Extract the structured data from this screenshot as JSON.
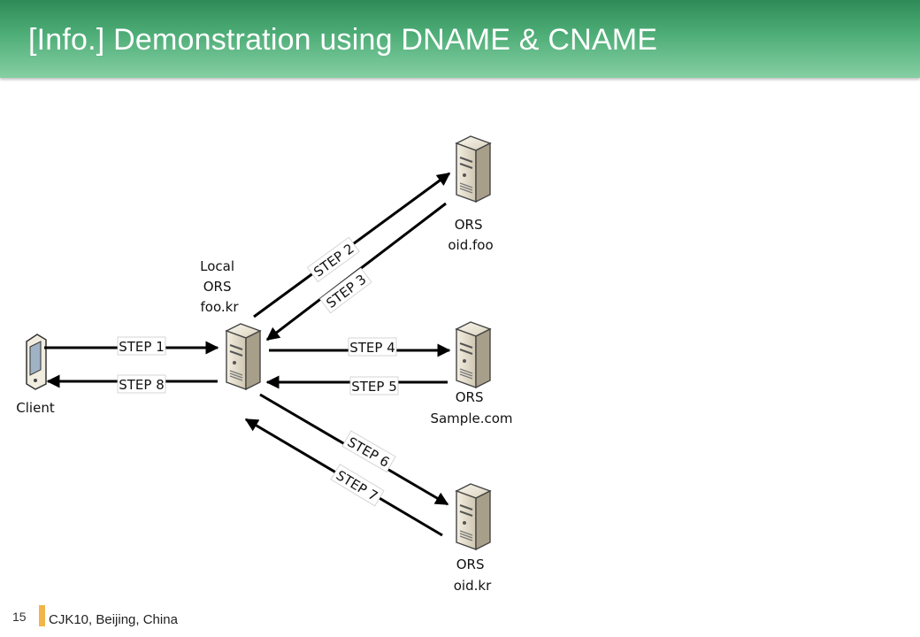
{
  "header": {
    "title": "[Info.] Demonstration using DNAME & CNAME"
  },
  "nodes": {
    "client": {
      "label": "Client"
    },
    "local_ors": {
      "label_lines": [
        "Local",
        "ORS",
        "foo.kr"
      ]
    },
    "ors_oid_foo": {
      "label_lines": [
        "ORS",
        "oid.foo"
      ]
    },
    "ors_sample": {
      "label_lines": [
        "ORS",
        "Sample.com"
      ]
    },
    "ors_oid_kr": {
      "label_lines": [
        "ORS",
        "oid.kr"
      ]
    }
  },
  "steps": {
    "s1": "STEP 1",
    "s2": "STEP 2",
    "s3": "STEP 3",
    "s4": "STEP 4",
    "s5": "STEP 5",
    "s6": "STEP 6",
    "s7": "STEP 7",
    "s8": "STEP 8"
  },
  "footer": {
    "page_number": "15",
    "event": "CJK10, Beijing, China"
  }
}
